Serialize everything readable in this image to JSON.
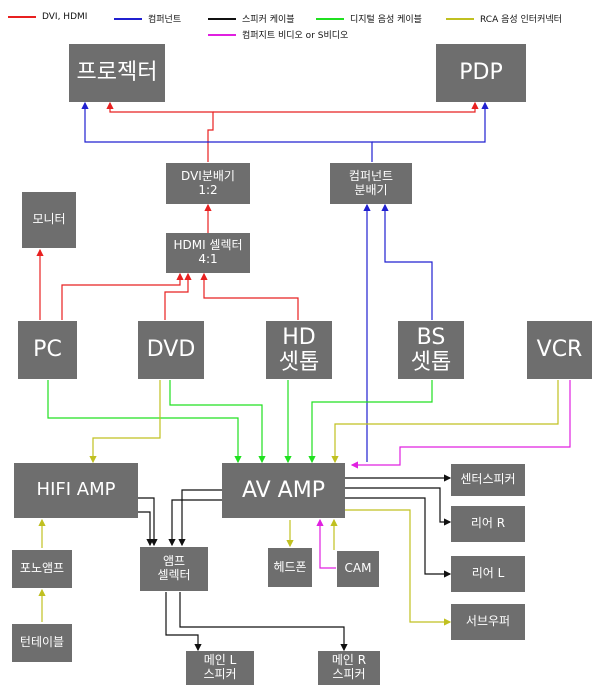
{
  "legend": [
    {
      "label": "DVI, HDMI",
      "color": "#e82020"
    },
    {
      "label": "컴퍼넌트",
      "color": "#2020d0"
    },
    {
      "label": "스피커 케이블",
      "color": "#111111"
    },
    {
      "label": "디지털 음성 케이블",
      "color": "#20e020"
    },
    {
      "label": "RCA 음성 인터커넥터",
      "color": "#c0c020"
    },
    {
      "label": "컴퍼지트 비디오  or  S비디오",
      "color": "#e020e0"
    }
  ],
  "nodes": {
    "projector": "프로젝터",
    "pdp": "PDP",
    "dvi_splitter": "DVI분배기\n1:2",
    "component_splitter": "컴퍼넌트\n분배기",
    "monitor": "모니터",
    "hdmi_selector": "HDMI 셀렉터\n4:1",
    "pc": "PC",
    "dvd": "DVD",
    "hd_settop": "HD\n셋톱",
    "bs_settop": "BS\n셋톱",
    "vcr": "VCR",
    "hifi_amp": "HIFI AMP",
    "av_amp": "AV AMP",
    "center_speaker": "센터스피커",
    "rear_r": "리어 R",
    "rear_l": "리어 L",
    "subwoofer": "서브우퍼",
    "phono_amp": "포노앰프",
    "turntable": "턴테이블",
    "amp_selector": "앰프\n셀렉터",
    "headphone": "헤드폰",
    "cam": "CAM",
    "main_l": "메인 L\n스피커",
    "main_r": "메인 R\n스피커"
  }
}
